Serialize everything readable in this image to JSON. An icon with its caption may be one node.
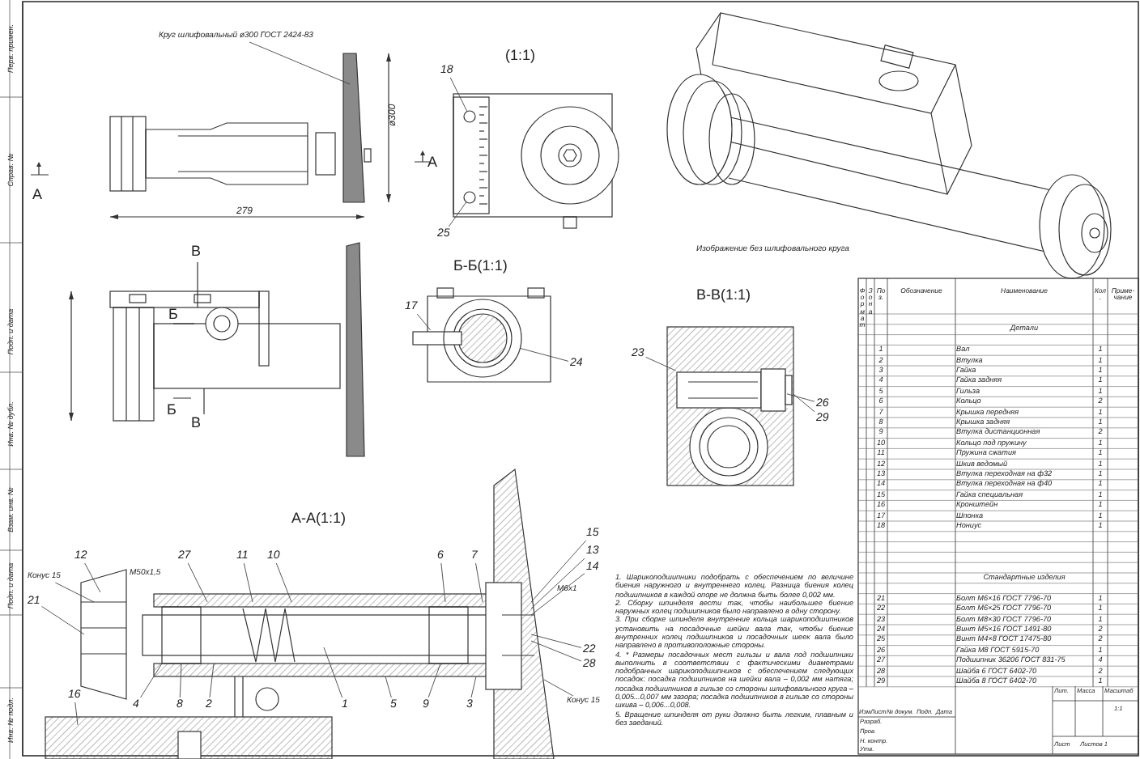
{
  "diagram": {
    "nodes": [
      {
        "text": [
          "Круг шлифовальный ø300 ГОСТ 2424-83"
        ]
      },
      {
        "text": [
          "18"
        ]
      },
      {
        "text": [
          "25"
        ]
      },
      {
        "text": [
          "17"
        ]
      },
      {
        "text": [
          "24"
        ]
      },
      {
        "text": [
          "23"
        ]
      },
      {
        "text": [
          "26"
        ]
      },
      {
        "text": [
          "29"
        ]
      },
      {
        "text": [
          "12"
        ]
      },
      {
        "text": [
          "Конус 15"
        ]
      },
      {
        "text": [
          "21"
        ]
      },
      {
        "text": [
          "27"
        ]
      },
      {
        "text": [
          "11"
        ]
      },
      {
        "text": [
          "10"
        ]
      },
      {
        "text": [
          "6"
        ]
      },
      {
        "text": [
          "7"
        ]
      },
      {
        "text": [
          "16"
        ]
      },
      {
        "text": [
          "4"
        ]
      },
      {
        "text": [
          "8"
        ]
      },
      {
        "text": [
          "2"
        ]
      },
      {
        "text": [
          "1"
        ]
      },
      {
        "text": [
          "5"
        ]
      },
      {
        "text": [
          "9"
        ]
      },
      {
        "text": [
          "3"
        ]
      },
      {
        "text": [
          "15"
        ]
      },
      {
        "text": [
          "13"
        ]
      },
      {
        "text": [
          "14"
        ]
      },
      {
        "text": [
          "22"
        ]
      },
      {
        "text": [
          "28"
        ]
      },
      {
        "text": [
          "Конус 15"
        ]
      },
      {
        "text": [],
        "shape": "circle"
      },
      {
        "text": [],
        "shape": "circle"
      },
      {
        "text": [],
        "shape": "box"
      },
      {
        "text": [],
        "shape": "circle"
      },
      {
        "text": [],
        "shape": "box"
      },
      {
        "text": [],
        "shape": "box"
      },
      {
        "text": [],
        "shape": "box"
      }
    ],
    "edges": [
      {
        "from": 0,
        "to": null,
        "arrow": "none"
      },
      {
        "from": 1,
        "to": 30,
        "arrow": "none"
      },
      {
        "from": 2,
        "to": 31,
        "arrow": "none"
      },
      {
        "from": 3,
        "to": 32,
        "arrow": "none"
      },
      {
        "from": 4,
        "to": 33,
        "arrow": "none"
      },
      {
        "from": 5,
        "to": 34,
        "arrow": "none"
      },
      {
        "from": 6,
        "to": 35,
        "arrow": "none"
      },
      {
        "from": 7,
        "to": 36,
        "arrow": "none"
      },
      {
        "from": 8,
        "to": null,
        "arrow": "none"
      },
      {
        "from": 9,
        "to": null,
        "arrow": "none"
      },
      {
        "from": 10,
        "to": null,
        "arrow": "none"
      },
      {
        "from": 11,
        "to": null,
        "arrow": "none"
      },
      {
        "from": 12,
        "to": null,
        "arrow": "none"
      },
      {
        "from": 13,
        "to": null,
        "arrow": "none"
      },
      {
        "from": 14,
        "to": null,
        "arrow": "none"
      },
      {
        "from": 15,
        "to": null,
        "arrow": "none"
      },
      {
        "from": 16,
        "to": null,
        "arrow": "none"
      },
      {
        "from": 17,
        "to": null,
        "arrow": "none"
      },
      {
        "from": 18,
        "to": null,
        "arrow": "none"
      },
      {
        "from": 19,
        "to": null,
        "arrow": "none"
      },
      {
        "from": 20,
        "to": null,
        "arrow": "none"
      },
      {
        "from": 21,
        "to": null,
        "arrow": "none"
      },
      {
        "from": 22,
        "to": null,
        "arrow": "none"
      },
      {
        "from": 23,
        "to": null,
        "arrow": "none"
      },
      {
        "from": 24,
        "to": null,
        "arrow": "none"
      },
      {
        "from": 25,
        "to": null,
        "arrow": "none"
      },
      {
        "from": 26,
        "to": null,
        "arrow": "none"
      },
      {
        "from": 27,
        "to": null,
        "arrow": "none"
      },
      {
        "from": 28,
        "to": null,
        "arrow": "none"
      },
      {
        "from": 29,
        "to": null,
        "arrow": "none"
      }
    ],
    "labels": [
      "А",
      "279",
      "ø300",
      "(1:1)",
      "А",
      "Изображение без шлифовального круга",
      "В",
      "Б",
      "Б",
      "В",
      "Б-Б(1:1)",
      "В-В(1:1)",
      "А-А(1:1)",
      "М50х1,5",
      "М6х1",
      "1. Шарикоподшипники подобрать с обеспечением по величине биения наружного и внутреннего колец. Разница биения колец подшипников в каждой опоре не должна быть более 0,002 мм.",
      "2. Сборку шпинделя вести так, чтобы наибольшее биение наружных колец подшипников было направлено в одну сторону.",
      "3. При сборке шпинделя внутренние кольца шарикоподшипников установить на посадочные шейки вала так, чтобы биение внутренних колец подшипников и посадочных шеек вала было направлено в противоположные стороны.",
      "4. * Размеры посадочных мест гильзы и вала под подшипники выполнить в соответствии с фактическими диаметрами подобранных шарикоподшипников с обеспечением следующих посадок: посадка подшипников на шейки вала – 0,002 мм натяга; посадка подшипников в гильзе со стороны шлифовального круга – 0,005...0,007 мм зазора; посадка подшипников в гильзе со стороны шкива – 0,006...0,008.",
      "5. Вращение шпинделя от руки должно быть легким, плавным и без заеданий.",
      "Формат",
      "Зона",
      "Поз.",
      "Обозначение",
      "Наименование",
      "Кол.",
      "Приме- чание",
      "Детали",
      "1",
      "Вал",
      "1",
      "2",
      "Втулка",
      "1",
      "3",
      "Гайка",
      "1",
      "4",
      "Гайка задняя",
      "1",
      "5",
      "Гильза",
      "1",
      "6",
      "Кольцо",
      "2",
      "7",
      "Крышка передняя",
      "1",
      "8",
      "Крышка задняя",
      "1",
      "9",
      "Втулка дистанционная",
      "2",
      "10",
      "Кольцо под пружину",
      "1",
      "11",
      "Пружина сжатия",
      "1",
      "12",
      "Шкив ведомый",
      "1",
      "13",
      "Втулка переходная на ф32",
      "1",
      "14",
      "Втулка переходная на ф40",
      "1",
      "15",
      "Гайка специальная",
      "1",
      "16",
      "Кронштейн",
      "1",
      "17",
      "Шпонка",
      "1",
      "18",
      "Нониус",
      "1",
      "Стандартные изделия",
      "21",
      "Болт М6×16 ГОСТ 7796-70",
      "1",
      "22",
      "Болт М6×25 ГОСТ 7796-70",
      "1",
      "23",
      "Болт М8×30 ГОСТ 7796-70",
      "1",
      "24",
      "Винт М5×16 ГОСТ 1491-80",
      "2",
      "25",
      "Винт М4×8 ГОСТ 17475-80",
      "2",
      "26",
      "Гайка М8 ГОСТ 5915-70",
      "1",
      "27",
      "Подшипник 36206 ГОСТ 831-75",
      "4",
      "28",
      "Шайба 6 ГОСТ 6402-70",
      "2",
      "29",
      "Шайба 8 ГОСТ 6402-70",
      "1",
      "Изм.",
      "Лист",
      "№ докум.",
      "Подп.",
      "Дата",
      "Разраб.",
      "Пров.",
      "Н. контр.",
      "Утв.",
      "Лит.",
      "Масса",
      "Масштаб",
      "1:1",
      "Лист",
      "Листов 1",
      "Перв. примен.",
      "Справ. №",
      "Подп. и дата",
      "Инв. № дубл.",
      "Взам. инв. №",
      "Подп. и дата",
      "Инв. № подл."
    ]
  }
}
